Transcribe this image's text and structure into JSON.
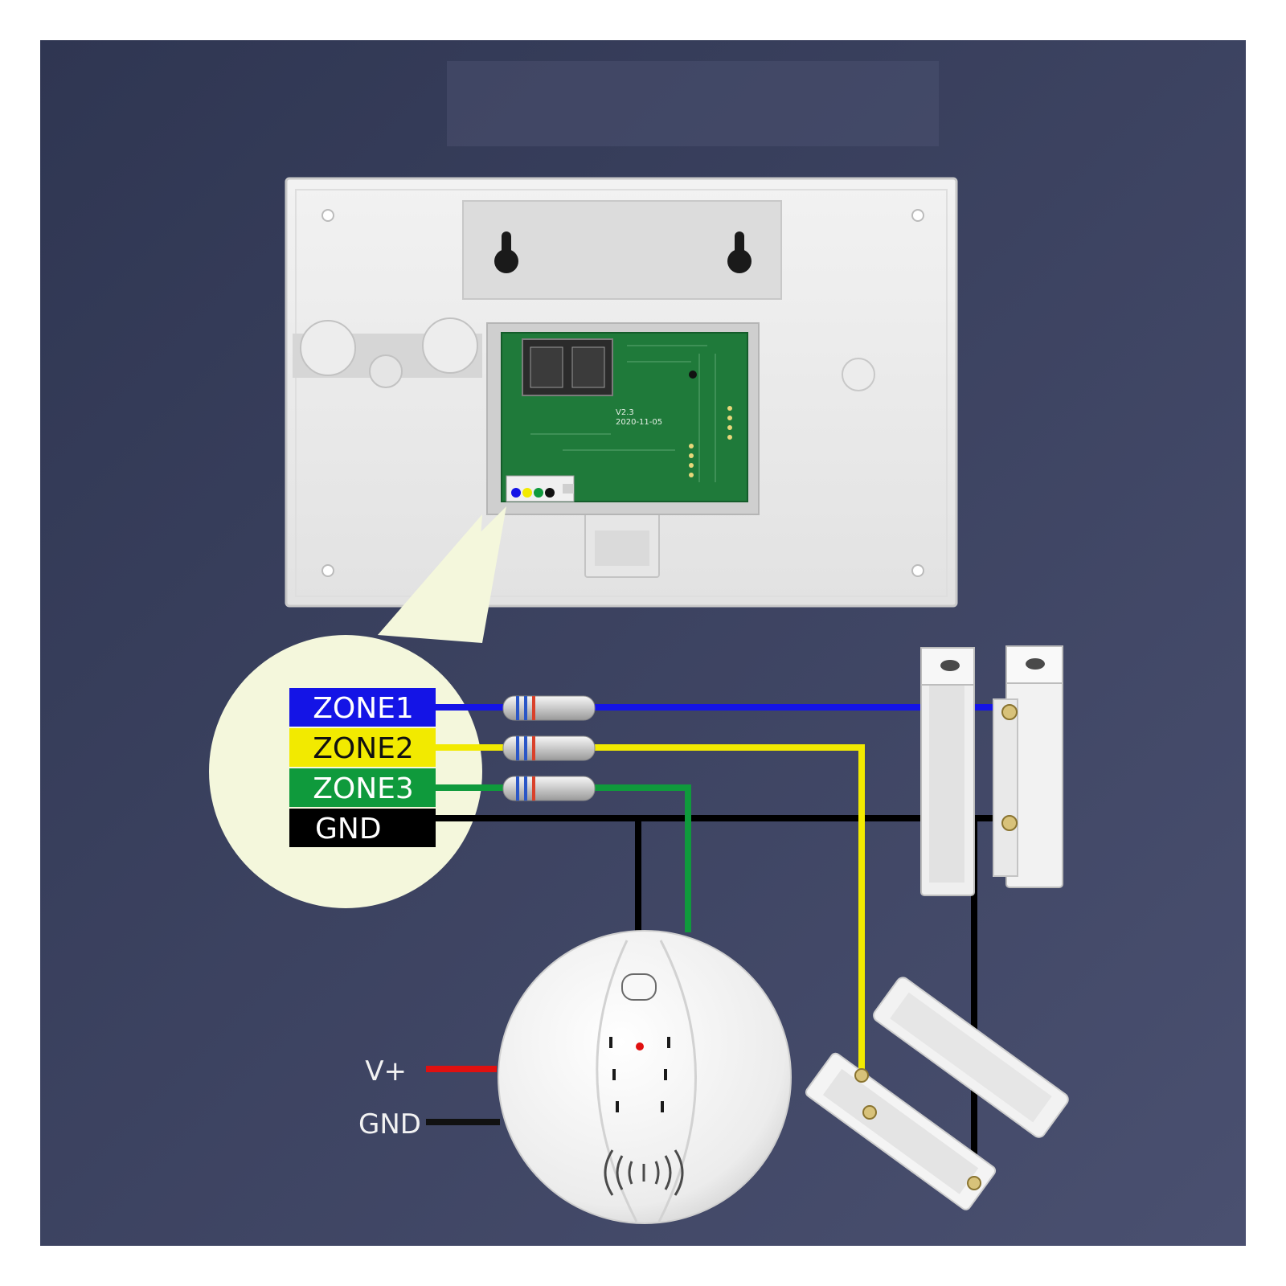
{
  "labels": {
    "zone1": "ZONE1",
    "zone2": "ZONE2",
    "zone3": "ZONE3",
    "gnd": "GND",
    "smoke_vplus": "V+",
    "smoke_gnd": "GND"
  },
  "pcb": {
    "version": "V2.3",
    "date": "2020-11-05"
  },
  "colors": {
    "background": "#3a4260",
    "zone1": "#1414e6",
    "zone2": "#f2ea00",
    "zone3": "#0f9a3c",
    "gnd": "#000000",
    "vplus": "#e01010",
    "callout": "#f4f7dc",
    "pcb": "#1f7a3a"
  },
  "icons": {
    "panel": "alarm-panel-back",
    "door_sensor_upright": "magnetic-door-contact",
    "door_sensor_flat": "magnetic-door-contact",
    "smoke_detector": "smoke-detector-icon",
    "resistor": "end-of-line-resistor"
  }
}
